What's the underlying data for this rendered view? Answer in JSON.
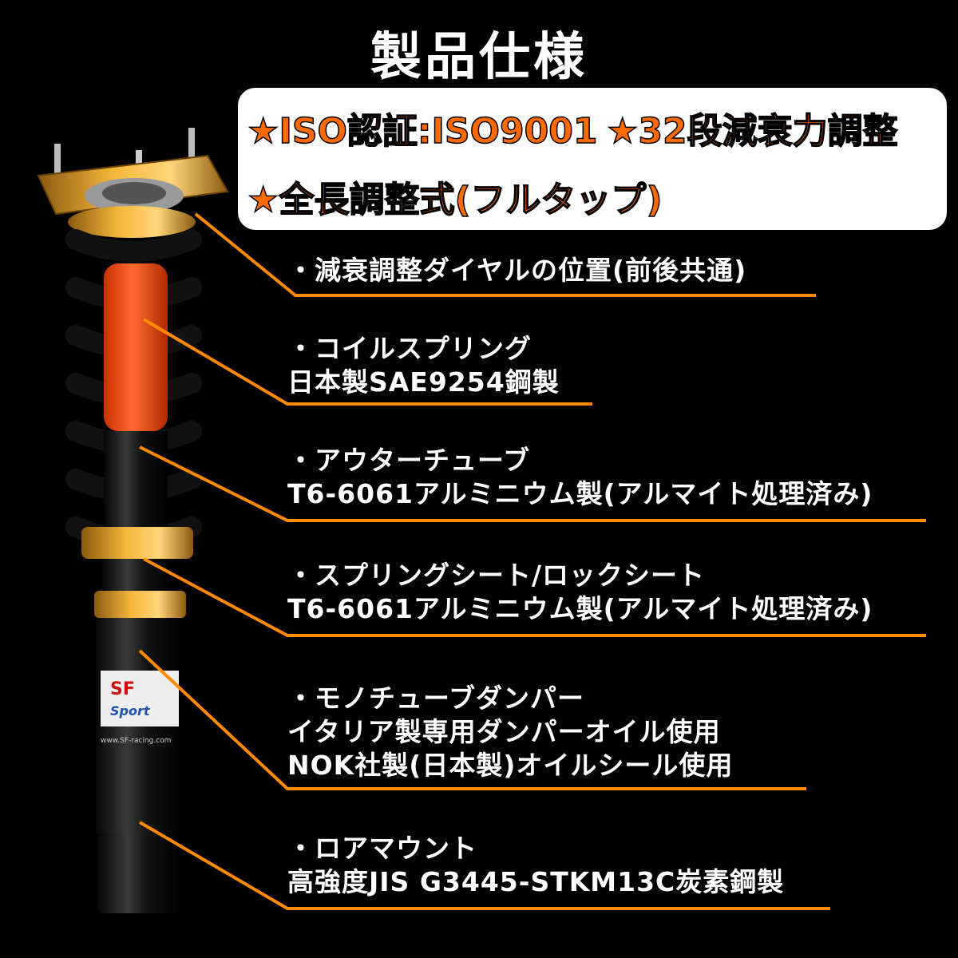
{
  "title": "製品仕様",
  "features": [
    "★ISO認証:ISO9001",
    "★32段減衰力調整",
    "★全長調整式(フルタップ)"
  ],
  "specs": [
    {
      "lines": [
        "・減衰調整ダイヤルの位置(前後共通)"
      ]
    },
    {
      "lines": [
        "・コイルスプリング",
        "日本製SAE9254鋼製"
      ]
    },
    {
      "lines": [
        "・アウターチューブ",
        "T6-6061アルミニウム製(アルマイト処理済み)"
      ]
    },
    {
      "lines": [
        "・スプリングシート/ロックシート",
        "T6-6061アルミニウム製(アルマイト処理済み)"
      ]
    },
    {
      "lines": [
        "・モノチューブダンパー",
        "イタリア製専用ダンパーオイル使用",
        "NOK社製(日本製)オイルシール使用"
      ]
    },
    {
      "lines": [
        "・ロアマウント",
        "高強度JIS G3445-STKM13C炭素鋼製"
      ]
    }
  ],
  "product_logo": {
    "brand": "SF",
    "sub": "Sport",
    "url": "www.SF-racing.com"
  },
  "colors": {
    "accent": "#ff8a00",
    "background": "#000000",
    "feature_text": "#ff6a00"
  }
}
